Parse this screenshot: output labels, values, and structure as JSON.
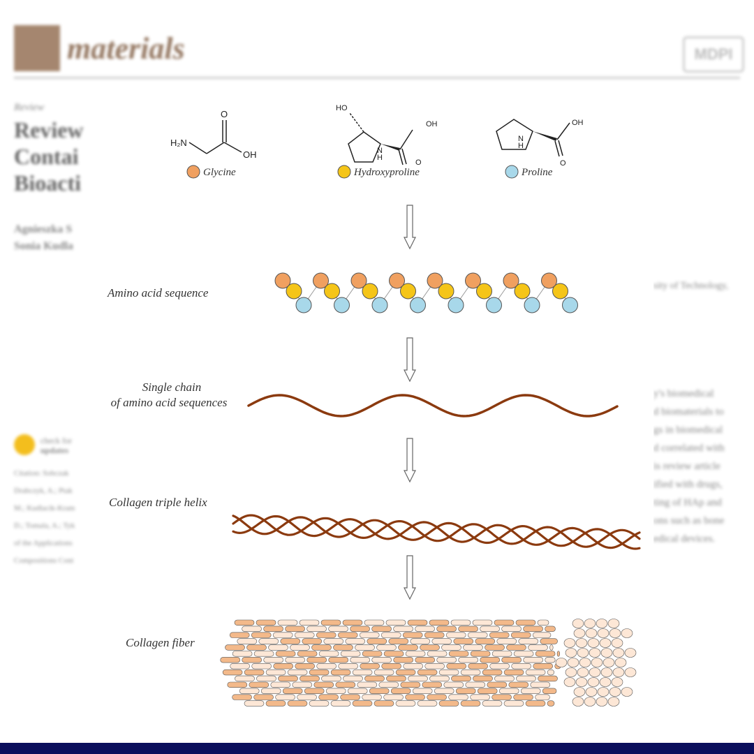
{
  "background_page": {
    "journal": "materials",
    "publisher": "MDPI",
    "article_type": "Review",
    "title_fragments": [
      "Review",
      "Contai",
      "Bioacti"
    ],
    "authors_fragments": [
      "Agnieszka S",
      "Sonia Kudla"
    ],
    "check_for_updates": [
      "check for",
      "updates"
    ],
    "citation_fragments": [
      "Citation: Sobczak",
      "Drabczyk, A.; Ptak",
      "M.; Kudlacik-Kram",
      "D.; Tomala, A.; Tyk",
      "of the Applications",
      "Compositions Cont"
    ],
    "right_fragments": [
      "sity of Technology,",
      "y's biomedical",
      "d biomaterials to",
      "gs in biomedical",
      "d correlated with",
      "is review article",
      "ified with drugs,",
      "ting of HAp and",
      "ons such as bone",
      "edical devices."
    ]
  },
  "diagram": {
    "amino_acids": [
      {
        "name": "Glycine",
        "color": "#f0a060"
      },
      {
        "name": "Hydroxyproline",
        "color": "#f5c518"
      },
      {
        "name": "Proline",
        "color": "#a8d8ea"
      }
    ],
    "chem_labels": {
      "glycine_amine": "H₂N",
      "glycine_oh": "OH",
      "glycine_o": "O",
      "hyp_ho": "HO",
      "hyp_oh": "OH",
      "hyp_n": "N",
      "hyp_h": "H",
      "hyp_o": "O",
      "pro_oh": "OH",
      "pro_n": "N",
      "pro_h": "H",
      "pro_o": "O"
    },
    "stages": [
      {
        "label": "Amino acid sequence"
      },
      {
        "label_line1": "Single chain",
        "label_line2": "of amino acid sequences"
      },
      {
        "label": "Collagen triple helix"
      },
      {
        "label": "Collagen fiber"
      }
    ],
    "chain_color": "#8b3a0f",
    "fiber_colors": {
      "dark": "#f3b98a",
      "light": "#fde7d6",
      "stroke": "#555555"
    }
  }
}
